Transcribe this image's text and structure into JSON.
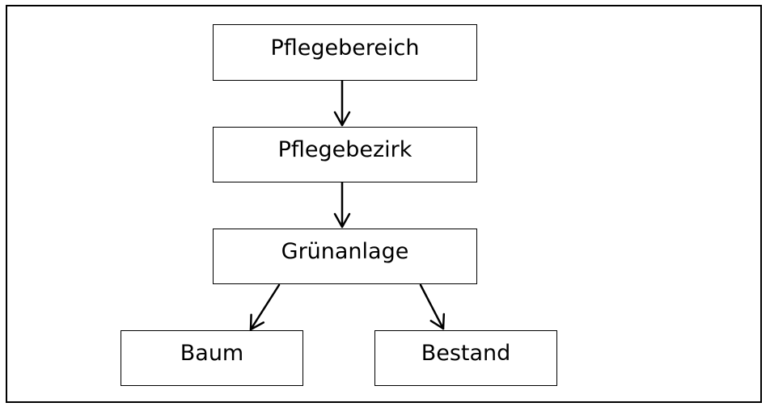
{
  "diagram": {
    "nodes": [
      {
        "id": "pflegebereich",
        "label": "Pflegebereich"
      },
      {
        "id": "pflegebezirk",
        "label": "Pflegebezirk"
      },
      {
        "id": "gruenanlage",
        "label": "Grünanlage"
      },
      {
        "id": "baum",
        "label": "Baum"
      },
      {
        "id": "bestand",
        "label": "Bestand"
      }
    ],
    "edges": [
      {
        "from": "pflegebereich",
        "to": "pflegebezirk"
      },
      {
        "from": "pflegebezirk",
        "to": "gruenanlage"
      },
      {
        "from": "gruenanlage",
        "to": "baum"
      },
      {
        "from": "gruenanlage",
        "to": "bestand"
      }
    ],
    "colors": {
      "stroke": "#000000",
      "background": "#ffffff",
      "text": "#000000"
    }
  }
}
